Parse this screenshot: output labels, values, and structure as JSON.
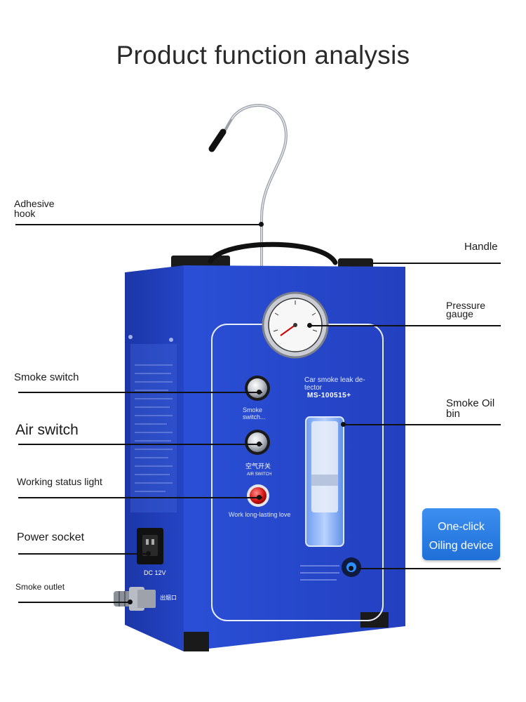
{
  "title": "Product function analysis",
  "labels": {
    "adhesive_hook": [
      "Adhesive",
      "hook"
    ],
    "handle": "Handle",
    "pressure_gauge": [
      "Pressure",
      "gauge"
    ],
    "smoke_switch": "Smoke switch",
    "smoke_oil_bin": [
      "Smoke Oil",
      "bin"
    ],
    "air_switch": "Air switch",
    "working_status_light": "Working status light",
    "power_socket": "Power socket",
    "smoke_outlet": "Smoke outlet"
  },
  "badge": [
    "One-click",
    "Oiling device"
  ],
  "device": {
    "panel_name": [
      "Car smoke leak de-",
      "tector"
    ],
    "model": "MS-100515+",
    "smoke_switch_text": [
      "Smoke",
      "switch..."
    ],
    "air_switch_cn": "空气开关",
    "air_switch_en": "AIR    SWITCH",
    "light_text": "Work long-lasting love",
    "outlet_text": "出烟口",
    "dc_text": "DC 12V"
  },
  "colors": {
    "body_blue": "#2446c8",
    "body_dark": "#1a34a0",
    "badge_blue": "#2a7fe6",
    "line": "#111111"
  }
}
